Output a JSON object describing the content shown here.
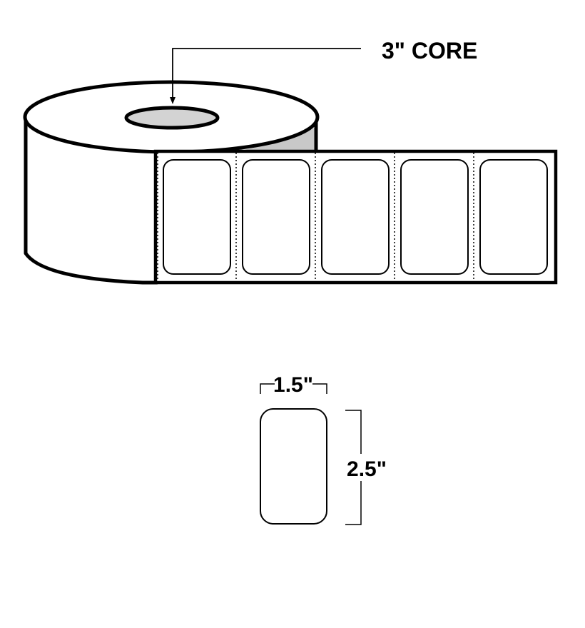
{
  "core_label": "3\" CORE",
  "width_label": "1.5\"",
  "height_label": "2.5\"",
  "label_count_on_strip": 5,
  "colors": {
    "outline": "#000000",
    "core_fill": "#d3d3d3",
    "roll_side_shadow": "#c8c8c8",
    "background": "#ffffff"
  }
}
